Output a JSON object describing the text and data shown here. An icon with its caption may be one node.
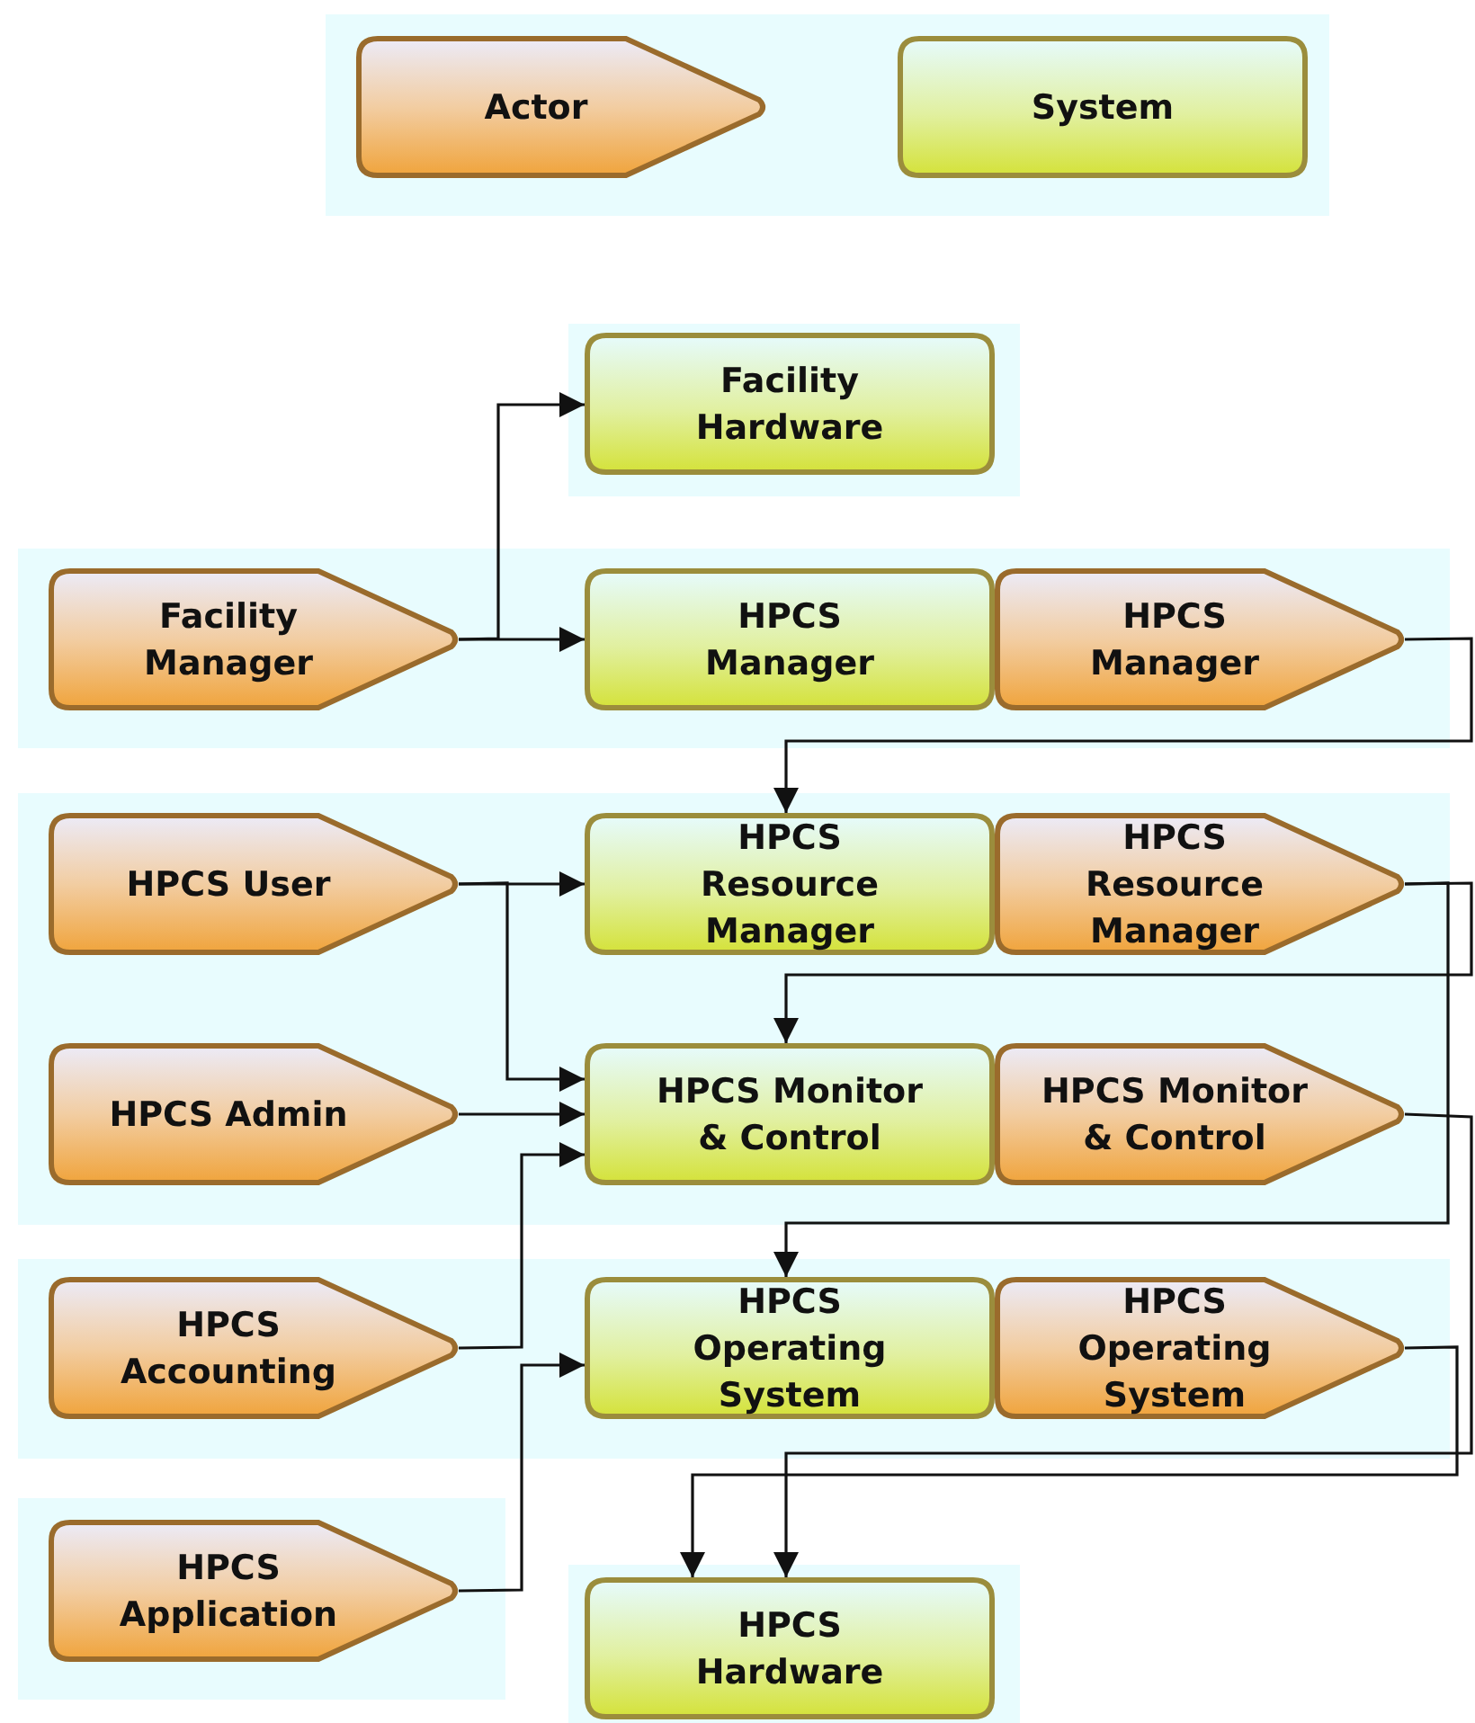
{
  "diagram": {
    "nodes": [
      {
        "text": [
          "Facility Hardware"
        ]
      },
      {
        "text": [
          "Facility Manager"
        ]
      },
      {
        "text": [
          "HPCS Manager"
        ]
      },
      {
        "text": [
          "HPCS Manager"
        ]
      },
      {
        "text": [
          "HPCS User"
        ]
      },
      {
        "text": [
          "HPCS Resource Manager"
        ]
      },
      {
        "text": [
          "HPCS Resource Manager"
        ]
      },
      {
        "text": [
          "HPCS Admin"
        ]
      },
      {
        "text": [
          "HPCS Monitor & Control"
        ]
      },
      {
        "text": [
          "HPCS Monitor & Control"
        ]
      },
      {
        "text": [
          "HPCS Accounting"
        ]
      },
      {
        "text": [
          "HPCS Operating System"
        ]
      },
      {
        "text": [
          "HPCS Operating System"
        ]
      },
      {
        "text": [
          "HPCS Application"
        ]
      },
      {
        "text": [
          "HPCS Hardware"
        ]
      }
    ],
    "edges": [
      {
        "from": 1,
        "to": 0,
        "arrow": "to"
      },
      {
        "from": 1,
        "to": 2,
        "arrow": "to"
      },
      {
        "from": 3,
        "to": 5,
        "arrow": "to"
      },
      {
        "from": 4,
        "to": 5,
        "arrow": "to"
      },
      {
        "from": 4,
        "to": 8,
        "arrow": "to"
      },
      {
        "from": 7,
        "to": 8,
        "arrow": "to"
      },
      {
        "from": 10,
        "to": 8,
        "arrow": "to"
      },
      {
        "from": 13,
        "to": 11,
        "arrow": "to"
      },
      {
        "from": 6,
        "to": 8,
        "arrow": "to"
      },
      {
        "from": 6,
        "to": 11,
        "arrow": "to"
      },
      {
        "from": 9,
        "to": 14,
        "arrow": "to"
      },
      {
        "from": 12,
        "to": 14,
        "arrow": "to"
      }
    ],
    "legend": [
      {
        "text": "Actor"
      },
      {
        "text": "System"
      }
    ]
  }
}
